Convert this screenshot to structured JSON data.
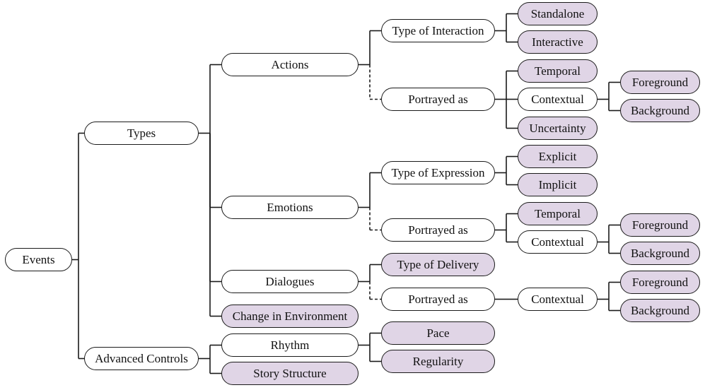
{
  "root": {
    "label": "Events",
    "children": [
      {
        "label": "Types",
        "children": [
          {
            "label": "Actions",
            "children": [
              {
                "label": "Type of Interaction",
                "children": [
                  {
                    "label": "Standalone",
                    "leaf": true
                  },
                  {
                    "label": "Interactive",
                    "leaf": true
                  }
                ]
              },
              {
                "label": "Portrayed as",
                "dashed": true,
                "children": [
                  {
                    "label": "Temporal",
                    "leaf": true
                  },
                  {
                    "label": "Contextual",
                    "children": [
                      {
                        "label": "Foreground",
                        "leaf": true
                      },
                      {
                        "label": "Background",
                        "leaf": true
                      }
                    ]
                  },
                  {
                    "label": "Uncertainty",
                    "leaf": true
                  }
                ]
              }
            ]
          },
          {
            "label": "Emotions",
            "children": [
              {
                "label": "Type of Expression",
                "children": [
                  {
                    "label": "Explicit",
                    "leaf": true
                  },
                  {
                    "label": "Implicit",
                    "leaf": true
                  }
                ]
              },
              {
                "label": "Portrayed as",
                "dashed": true,
                "children": [
                  {
                    "label": "Temporal",
                    "leaf": true
                  },
                  {
                    "label": "Contextual",
                    "children": [
                      {
                        "label": "Foreground",
                        "leaf": true
                      },
                      {
                        "label": "Background",
                        "leaf": true
                      }
                    ]
                  }
                ]
              }
            ]
          },
          {
            "label": "Dialogues",
            "children": [
              {
                "label": "Type of Delivery",
                "leaf": true
              },
              {
                "label": "Portrayed as",
                "dashed": true,
                "children": [
                  {
                    "label": "Contextual",
                    "children": [
                      {
                        "label": "Foreground",
                        "leaf": true
                      },
                      {
                        "label": "Background",
                        "leaf": true
                      }
                    ]
                  }
                ]
              }
            ]
          },
          {
            "label": "Change in Environment",
            "leaf": true
          }
        ]
      },
      {
        "label": "Advanced Controls",
        "children": [
          {
            "label": "Rhythm",
            "children": [
              {
                "label": "Pace",
                "leaf": true
              },
              {
                "label": "Regularity",
                "leaf": true
              }
            ]
          },
          {
            "label": "Story Structure",
            "leaf": true
          }
        ]
      }
    ]
  },
  "colors": {
    "leaf_fill": "#e0d5e6",
    "node_fill": "#ffffff",
    "stroke": "#1a1a1a"
  }
}
